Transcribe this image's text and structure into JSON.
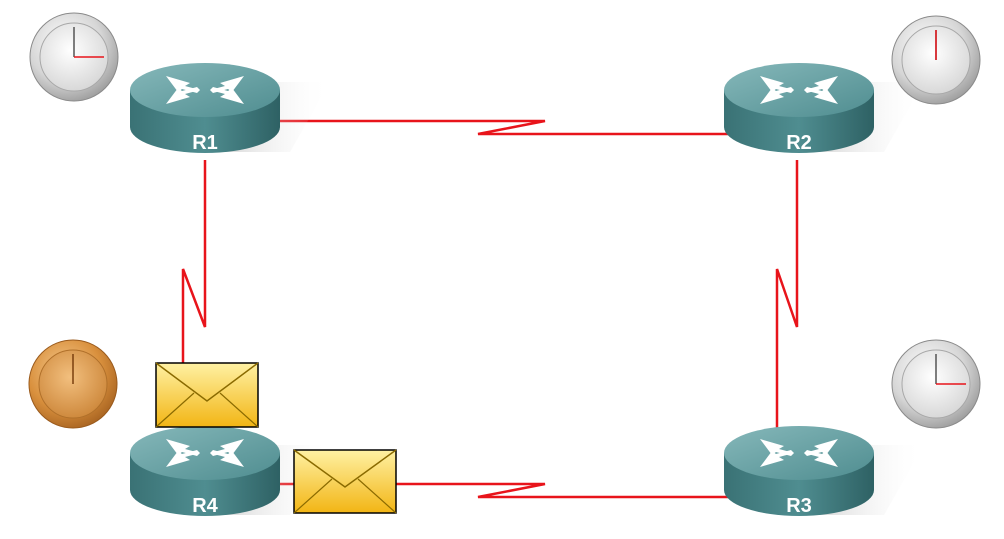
{
  "colors": {
    "link": "#e8141b",
    "router_top": "#6fa3a5",
    "router_body": "#3f7d80",
    "router_dark": "#2c5c5f",
    "clock_silver": "#c9c9c9",
    "clock_gold": "#d9903d",
    "envelope": "#f6c21a"
  },
  "routers": [
    {
      "id": "R1",
      "label": "R1"
    },
    {
      "id": "R2",
      "label": "R2"
    },
    {
      "id": "R3",
      "label": "R3"
    },
    {
      "id": "R4",
      "label": "R4"
    }
  ],
  "links": [
    {
      "from": "R1",
      "to": "R2",
      "type": "serial"
    },
    {
      "from": "R2",
      "to": "R3",
      "type": "serial"
    },
    {
      "from": "R3",
      "to": "R4",
      "type": "serial"
    },
    {
      "from": "R4",
      "to": "R1",
      "type": "serial"
    }
  ],
  "clocks": [
    {
      "router": "R1",
      "style": "silver",
      "hand": "quarter"
    },
    {
      "router": "R2",
      "style": "silver",
      "hand": "noon"
    },
    {
      "router": "R3",
      "style": "silver",
      "hand": "quarter"
    },
    {
      "router": "R4",
      "style": "gold",
      "hand": "noon"
    }
  ],
  "envelopes": [
    {
      "router": "R4",
      "toward": "R1"
    },
    {
      "router": "R4",
      "toward": "R3"
    }
  ]
}
